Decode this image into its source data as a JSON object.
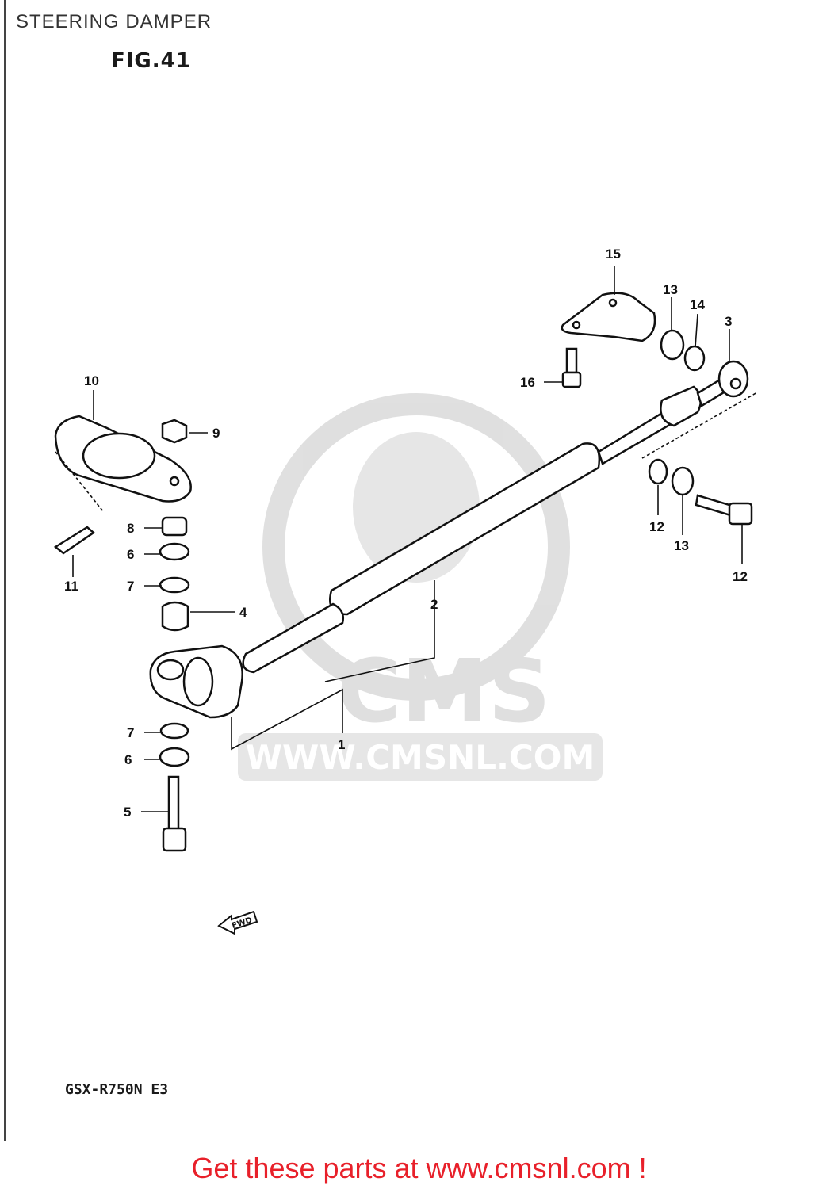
{
  "header": {
    "title": "STEERING DAMPER"
  },
  "figure": {
    "label": "FIG.41"
  },
  "watermark": {
    "brand": "CMS",
    "url": "WWW.CMSNL.COM"
  },
  "direction_arrow": {
    "text": "FWD"
  },
  "callouts": [
    "1",
    "2",
    "3",
    "4",
    "5",
    "6",
    "6",
    "7",
    "7",
    "8",
    "9",
    "10",
    "11",
    "12",
    "12",
    "13",
    "13",
    "14",
    "15",
    "16"
  ],
  "model": {
    "code": "GSX-R750N E3"
  },
  "footer": {
    "link_text": "Get these parts at www.cmsnl.com !"
  }
}
